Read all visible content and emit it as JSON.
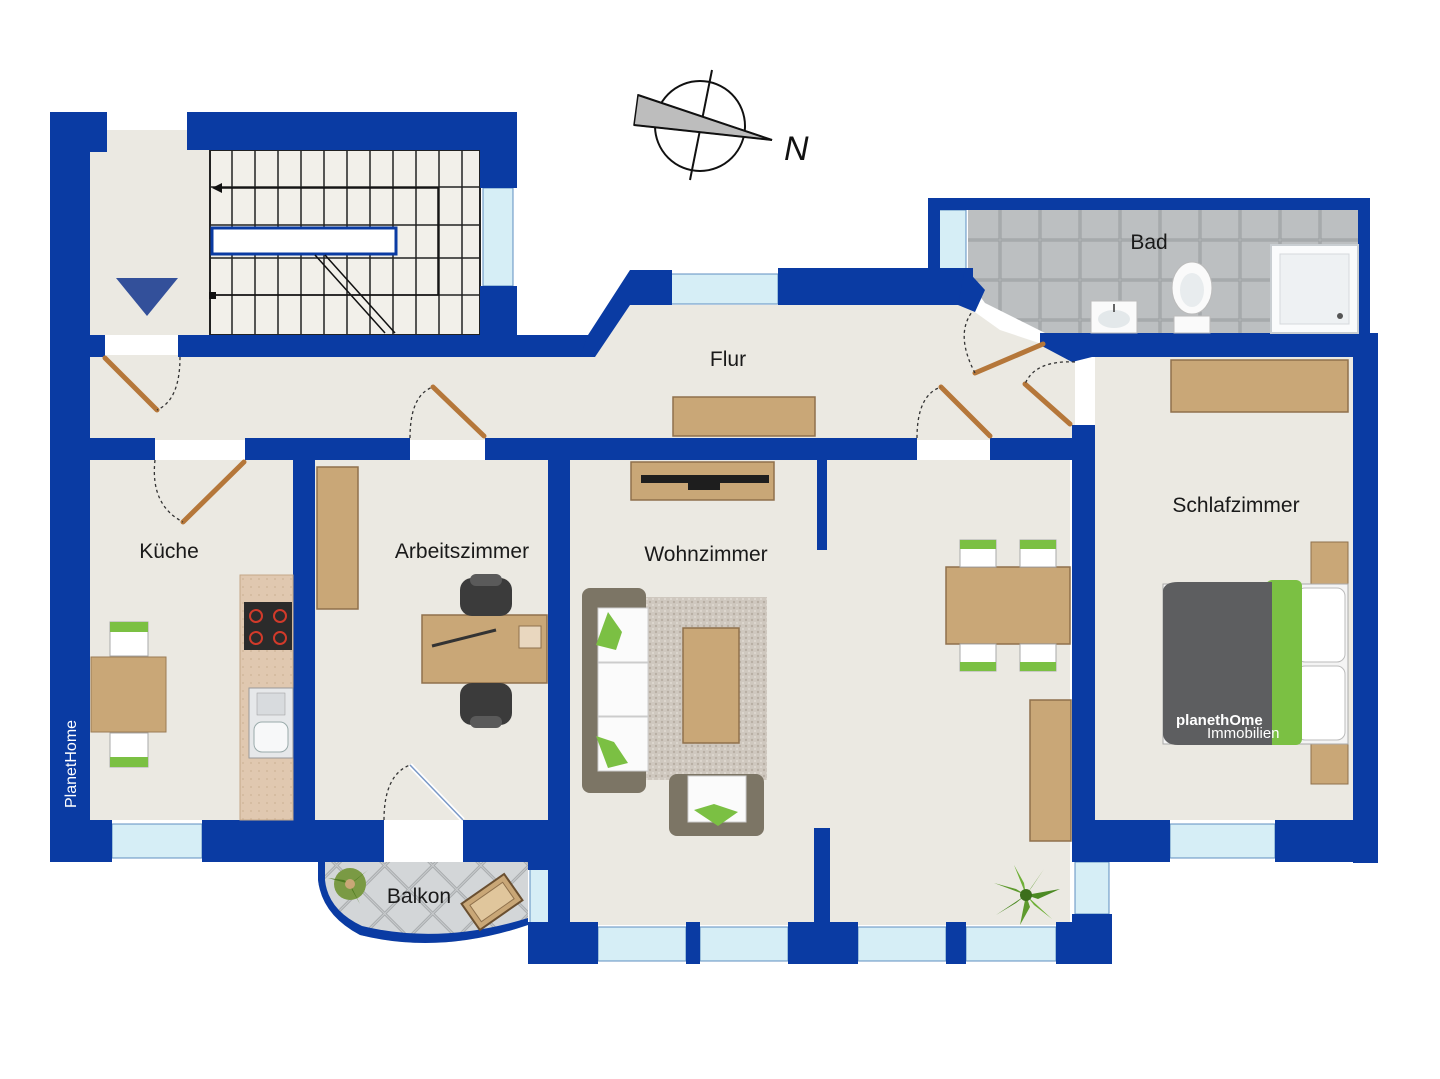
{
  "compass": {
    "north_label": "N",
    "icon": "compass-rose-icon"
  },
  "rooms": {
    "bad": "Bad",
    "flur": "Flur",
    "kueche": "Küche",
    "arbeitszimmer": "Arbeitszimmer",
    "wohnzimmer": "Wohnzimmer",
    "schlafzimmer": "Schlafzimmer",
    "balkon": "Balkon"
  },
  "branding": {
    "side_text": "PlanetHome",
    "bed_logo_main": "planethOme",
    "bed_logo_sub": "Immobilien"
  },
  "colors": {
    "wall": "#0a3ba3",
    "floor": "#ebe9e2",
    "wood": "#c9a777",
    "window": "#d6eef6",
    "tile": "#b3b6b8",
    "accent_green": "#7bc043",
    "door": "#b5773a"
  }
}
